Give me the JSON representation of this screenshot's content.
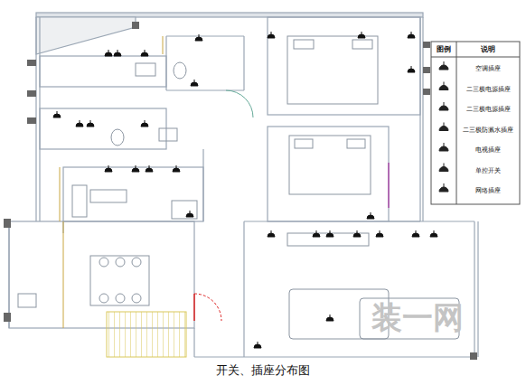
{
  "diagram": {
    "caption": "开关、插座分布图",
    "labels": [
      "图例",
      "说明",
      "装一网"
    ],
    "legend": [
      {
        "text": "空调插座"
      },
      {
        "text": "二三极电源插座"
      },
      {
        "text": "二三极电源插座"
      },
      {
        "text": "二三极防溅水插座"
      },
      {
        "text": "电视插座"
      },
      {
        "text": "单控开关"
      },
      {
        "text": "网络插座"
      }
    ]
  }
}
